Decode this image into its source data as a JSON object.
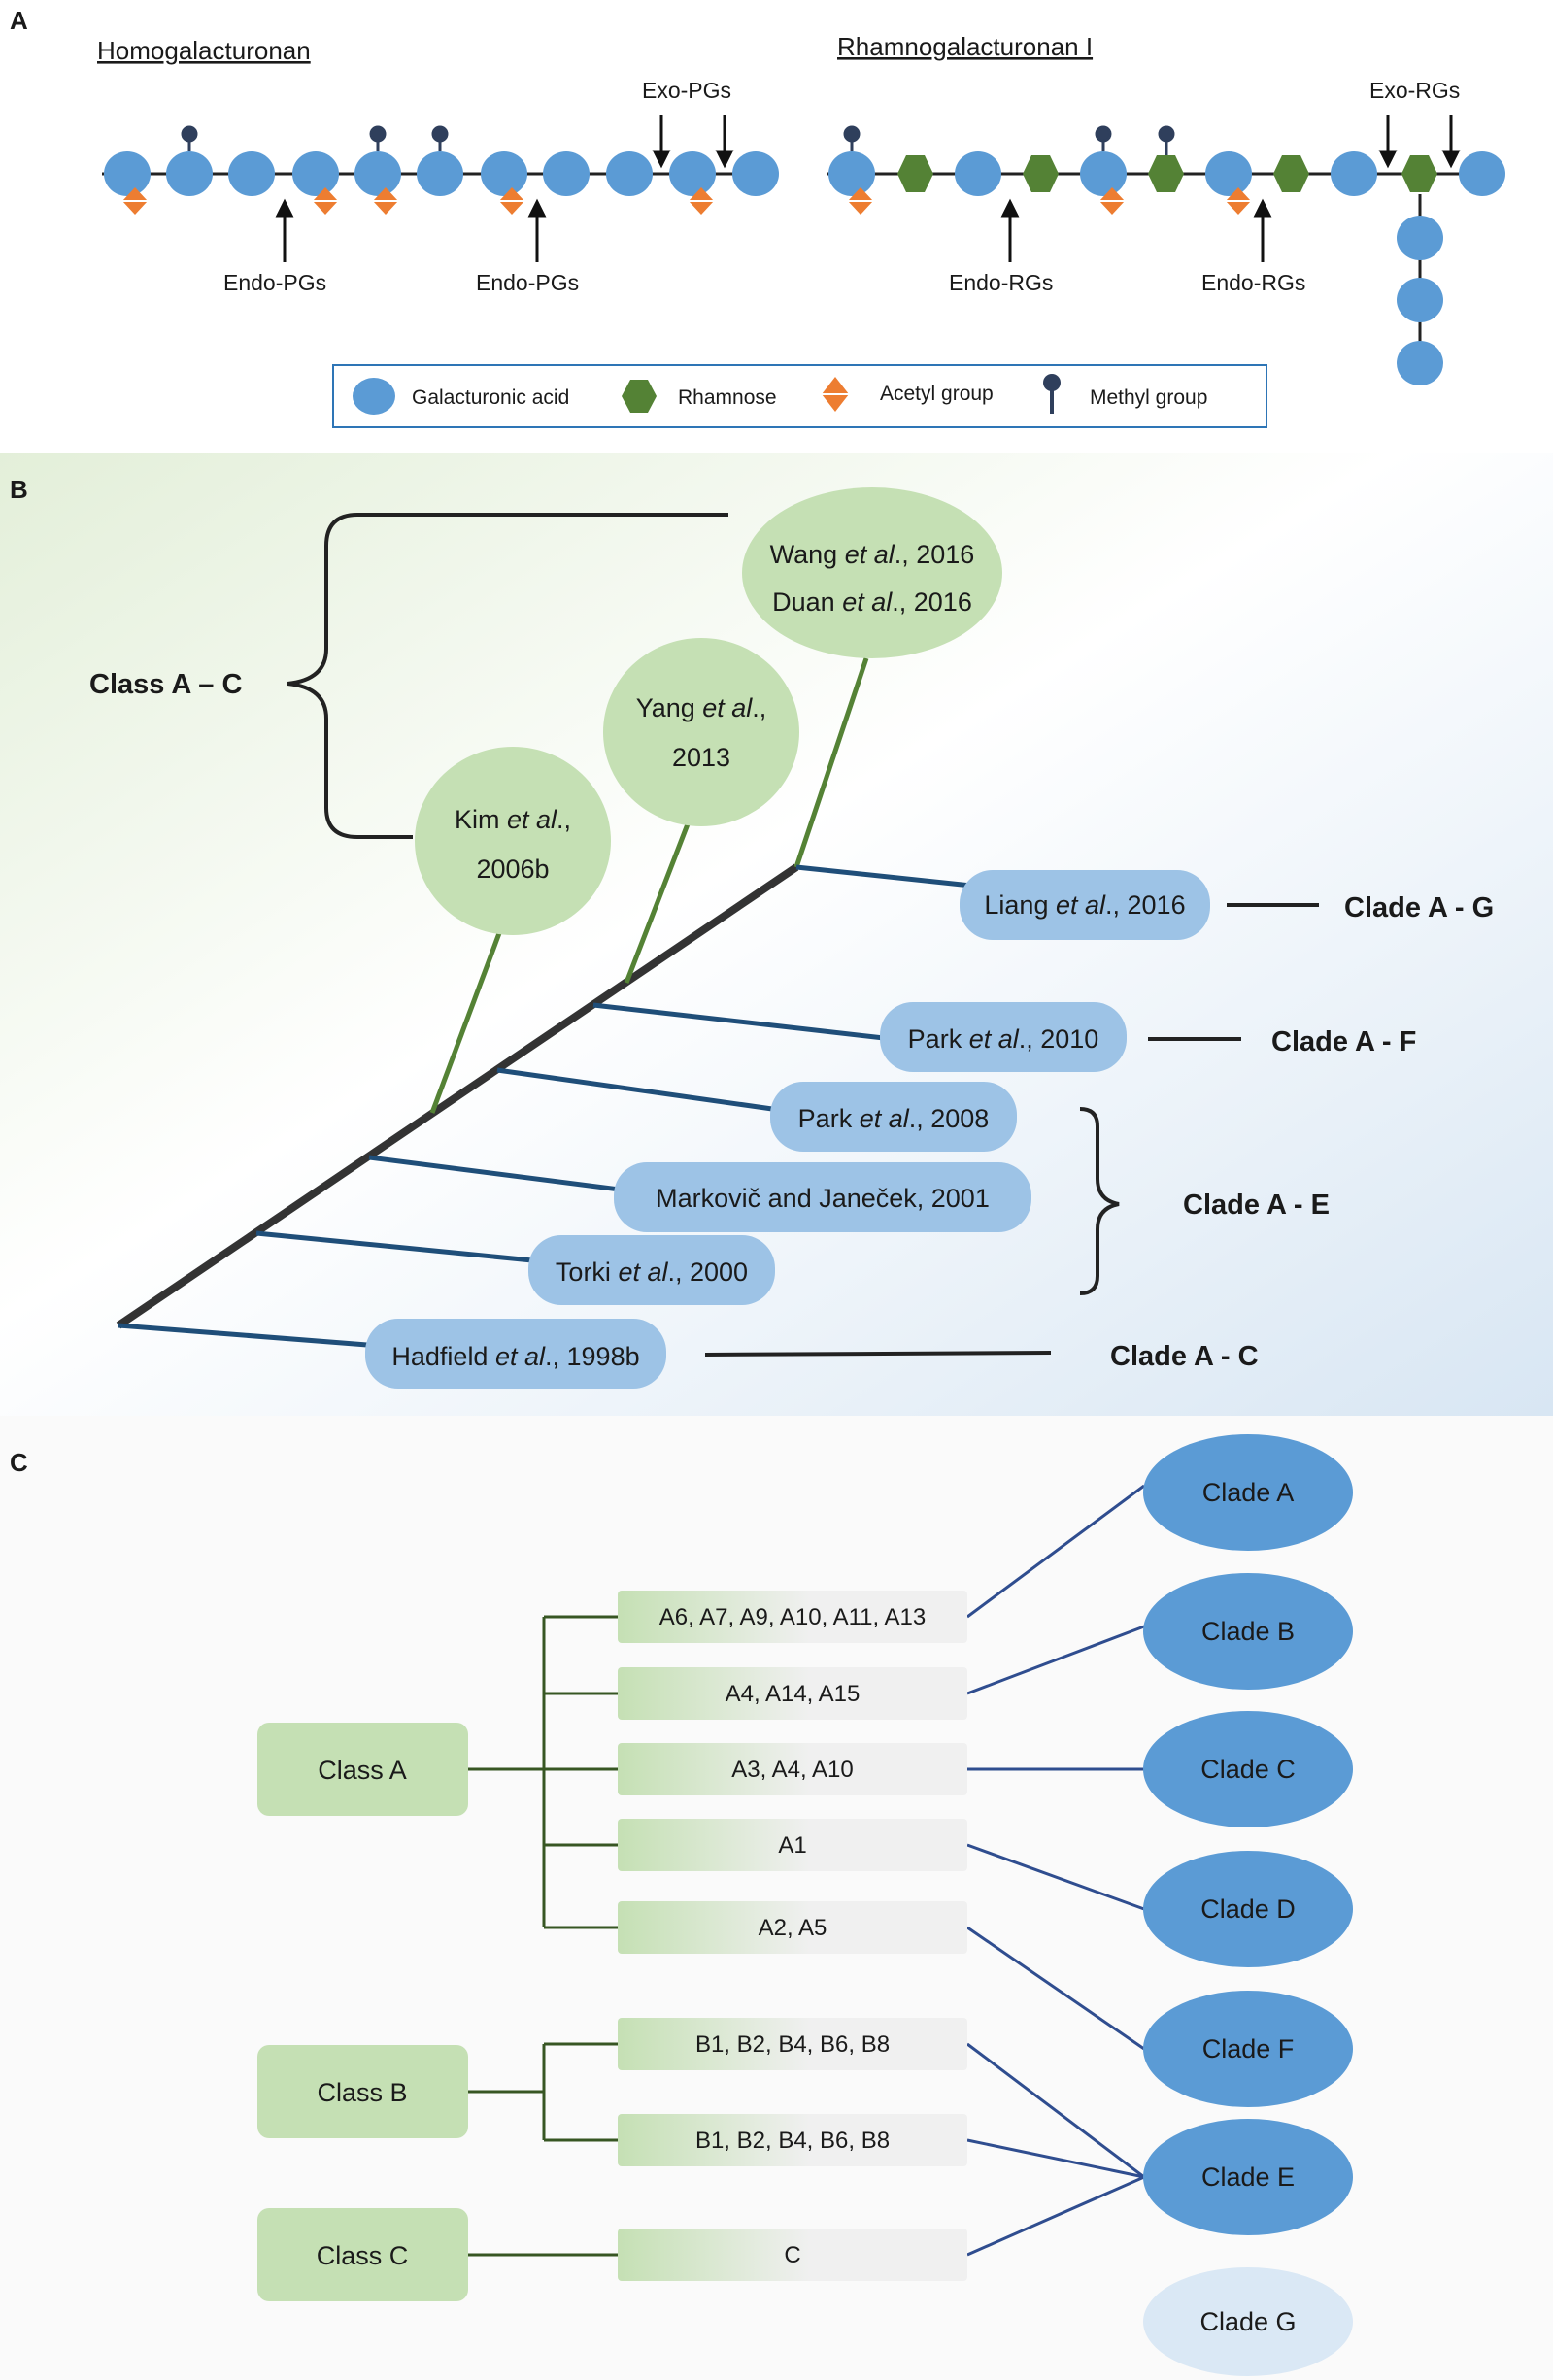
{
  "panel_a": {
    "label": "A",
    "hg_title": "Homogalacturonan",
    "rg_title": "Rhamnogalacturonan I",
    "arrows": {
      "exo_pgs": "Exo-PGs",
      "endo_pgs_1": "Endo-PGs",
      "endo_pgs_2": "Endo-PGs",
      "exo_rgs": "Exo-RGs",
      "endo_rgs_1": "Endo-RGs",
      "endo_rgs_2": "Endo-RGs"
    },
    "legend": {
      "galacturonic": "Galacturonic acid",
      "rhamnose": "Rhamnose",
      "acetyl": "Acetyl  group",
      "methyl": "Methyl  group"
    },
    "colors": {
      "galacturonic": "#5b9bd5",
      "rhamnose": "#548235",
      "acetyl": "#ed7d31",
      "methyl": "#2f3f5c"
    }
  },
  "panel_b": {
    "label": "B",
    "class_label": "Class A – C",
    "green_nodes": [
      {
        "l1_pre": "Wang ",
        "l1_it": "et al",
        "l1_post": "., 2016",
        "l2_pre": "Duan ",
        "l2_it": "et al",
        "l2_post": "., 2016"
      },
      {
        "l1_pre": "Yang ",
        "l1_it": "et al",
        "l1_post": ".,",
        "l2_pre": "",
        "l2_it": "",
        "l2_post": "2013"
      },
      {
        "l1_pre": "Kim ",
        "l1_it": "et al",
        "l1_post": ".,",
        "l2_pre": "",
        "l2_it": "",
        "l2_post": "2006b"
      }
    ],
    "blue_nodes": [
      {
        "pre": "Liang ",
        "it": "et al",
        "post": "., 2016"
      },
      {
        "pre": "Park ",
        "it": "et al",
        "post": "., 2010"
      },
      {
        "pre": "Park ",
        "it": "et al",
        "post": "., 2008"
      },
      {
        "pre": "Markovič and Janeček, 2001",
        "it": "",
        "post": ""
      },
      {
        "pre": "Torki ",
        "it": "et al",
        "post": "., 2000"
      },
      {
        "pre": "Hadfield  ",
        "it": "et al",
        "post": "., 1998b"
      }
    ],
    "clade_labels": {
      "ag": "Clade A - G",
      "af": "Clade A - F",
      "ae": "Clade A - E",
      "ac": "Clade A - C"
    },
    "colors": {
      "green_node": "#c5e0b4",
      "blue_node": "#9dc3e6",
      "trunk": "#333333",
      "green_branch": "#548235",
      "blue_branch": "#1f4e79"
    }
  },
  "panel_c": {
    "label": "C",
    "classes": [
      "Class A",
      "Class B",
      "Class C"
    ],
    "subgroups": [
      "A6, A7, A9, A10, A11, A13",
      "A4, A14, A15",
      "A3, A4, A10",
      "A1",
      "A2, A5",
      "B1, B2, B4, B6, B8",
      "B1, B2, B4, B6, B8",
      "C"
    ],
    "clades": [
      "Clade A",
      "Clade B",
      "Clade C",
      "Clade D",
      "Clade F",
      "Clade E",
      "Clade G"
    ],
    "colors": {
      "class_box": "#c5e0b4",
      "clade": "#5b9bd5",
      "clade_faded": "#dae8f5",
      "tree_line": "#375623",
      "link_line": "#2f4d8f"
    }
  }
}
